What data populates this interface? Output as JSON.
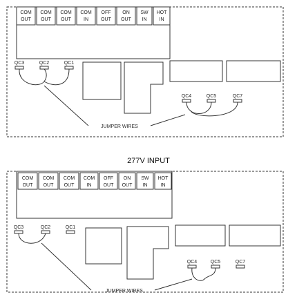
{
  "terminals": [
    {
      "top": "COM",
      "bottom": "OUT"
    },
    {
      "top": "COM",
      "bottom": "OUT"
    },
    {
      "top": "COM",
      "bottom": "OUT"
    },
    {
      "top": "COM",
      "bottom": "IN"
    },
    {
      "top": "OFF",
      "bottom": "OUT"
    },
    {
      "top": "ON",
      "bottom": "OUT"
    },
    {
      "top": "SW",
      "bottom": "IN"
    },
    {
      "top": "HOT",
      "bottom": "IN"
    }
  ],
  "connectors": [
    "QC3",
    "QC2",
    "QC1",
    "QC4",
    "QC5",
    "QC7"
  ],
  "jumper_label": "JUMPER WIRES",
  "section_title": "277V INPUT"
}
